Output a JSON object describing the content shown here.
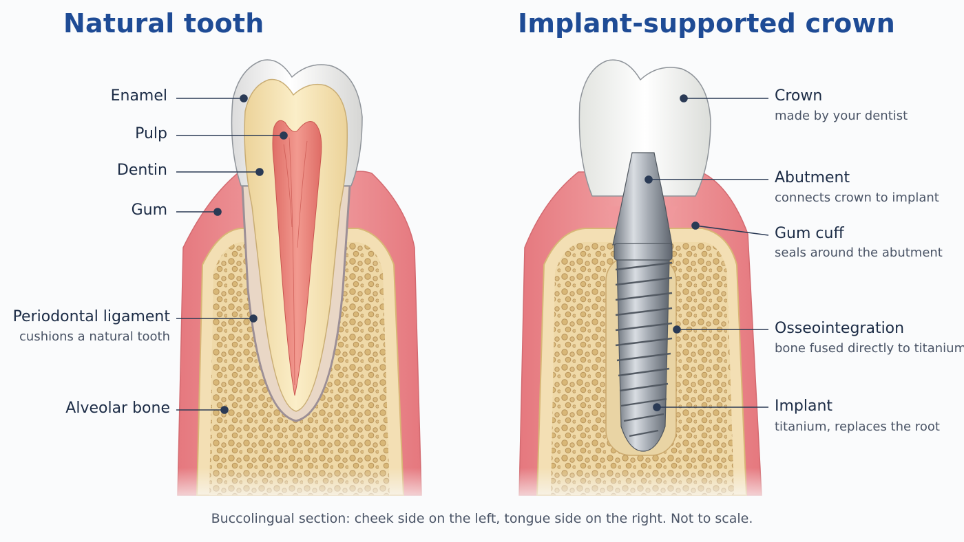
{
  "left_panel": {
    "title": "Natural tooth",
    "labels": {
      "enamel": "Enamel",
      "pulp": "Pulp",
      "dentin": "Dentin",
      "gum": "Gum",
      "ligament": "Periodontal ligament",
      "ligament_sub": "cushions a natural tooth",
      "bone": "Alveolar bone"
    }
  },
  "right_panel": {
    "title": "Implant-supported crown",
    "labels": {
      "crown": "Crown",
      "crown_sub": "made by your dentist",
      "abutment": "Abutment",
      "abutment_sub": "connects crown to implant",
      "gum_cuff": "Gum cuff",
      "gum_cuff_sub": "seals around the abutment",
      "osseo": "Osseointegration",
      "osseo_sub": "bone fused directly to titanium",
      "implant": "Implant",
      "implant_sub": "titanium, replaces the root"
    }
  },
  "caption": "Buccolingual section: cheek side on the left, tongue side on the right. Not to scale.",
  "colors": {
    "title": "#1e4b95",
    "gum": "#ea8a8e",
    "bone": "#eed7a6",
    "enamel": "#f4f4f2",
    "dentin": "#f5e2b0",
    "pulp": "#ea8278",
    "titanium": "#9aa1aa",
    "leader": "#2a3a55"
  }
}
